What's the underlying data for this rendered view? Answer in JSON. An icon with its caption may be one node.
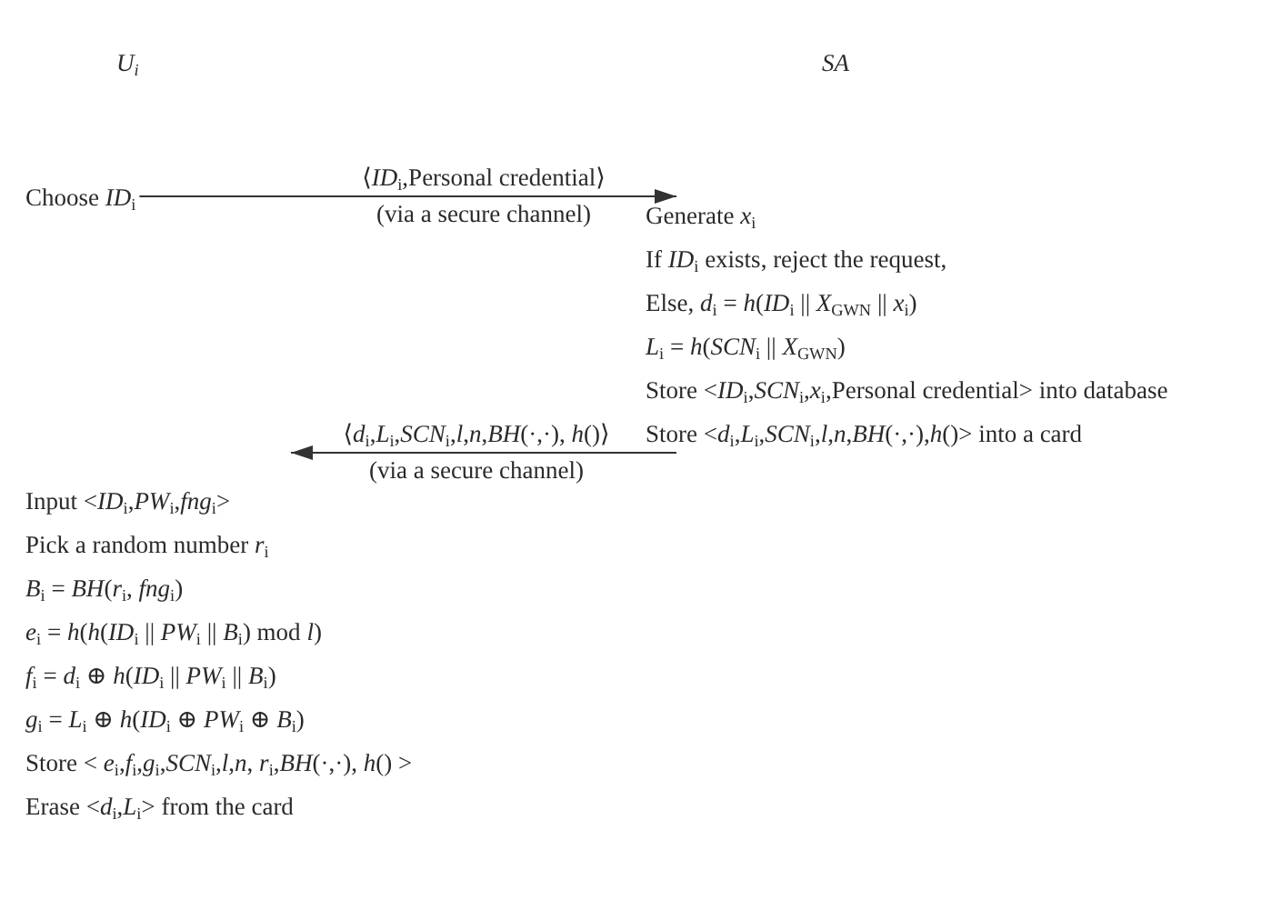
{
  "diagram": {
    "nodes": [
      {
        "text": [
          "U$_{i}$"
        ]
      },
      {
        "text": [
          "SA"
        ]
      },
      {
        "text": [
          "Choose *ID*$_{i}$"
        ]
      },
      {
        "text": [
          "Generate *x*$_{i}$",
          "If *ID*$_{i}$ exists, reject the request,",
          "Else, *d*$_{i}$ = *h*(*ID*$_{i}$ || *X*$_{GWN}$ || *x*$_{i}$)",
          "*L*$_{i}$ = *h*(*SCN*$_{i}$ || *X*$_{GWN}$)",
          "Store <*ID*$_{i}$,*SCN*$_{i}$,*x*$_{i}$,Personal credential> into database",
          "Store <*d*$_{i}$,*L*$_{i}$,*SCN*$_{i}$,*l*,*n*,*BH*(·,·),*h*()> into a card"
        ]
      },
      {
        "text": [
          "Input <*ID*$_{i}$,*PW*$_{i}$,*fng*$_{i}$>",
          "Pick a random number *r*$_{i}$",
          "*B*$_{i}$ = *BH*(*r*$_{i}$, *fng*$_{i}$)",
          "*e*$_{i}$ = *h*(*h*(*ID*$_{i}$ || *PW*$_{i}$ || *B*$_{i}$) mod *l*)",
          "*f*$_{i}$ = *d*$_{i}$ ⊕ *h*(*ID*$_{i}$ || *PW*$_{i}$ || *B*$_{i}$)",
          "*g*$_{i}$ = *L*$_{i}$ ⊕ *h*(*ID*$_{i}$ ⊕ *PW*$_{i}$ ⊕ *B*$_{i}$)",
          "Store < *e*$_{i}$,*f*$_{i}$,*g*$_{i}$,*SCN*$_{i}$,*l*,*n*, *r*$_{i}$,*BH*(·,·), *h*() >",
          "Erase <*d*$_{i}$,*L*$_{i}$> from the card"
        ]
      }
    ],
    "edges": [
      {
        "from": 2,
        "to": 3,
        "arrow": "to",
        "label": "⟨*ID*$_{i}$,Personal credential⟩"
      },
      {
        "from": 3,
        "to": 4,
        "arrow": "to",
        "label": "⟨*d*$_{i}$,*L*$_{i}$,*SCN*$_{i}$,*l*,*n*,*BH*(·,·), *h*()⟩"
      }
    ],
    "labels": [
      "(via a secure channel)",
      "(via a secure channel)"
    ]
  }
}
